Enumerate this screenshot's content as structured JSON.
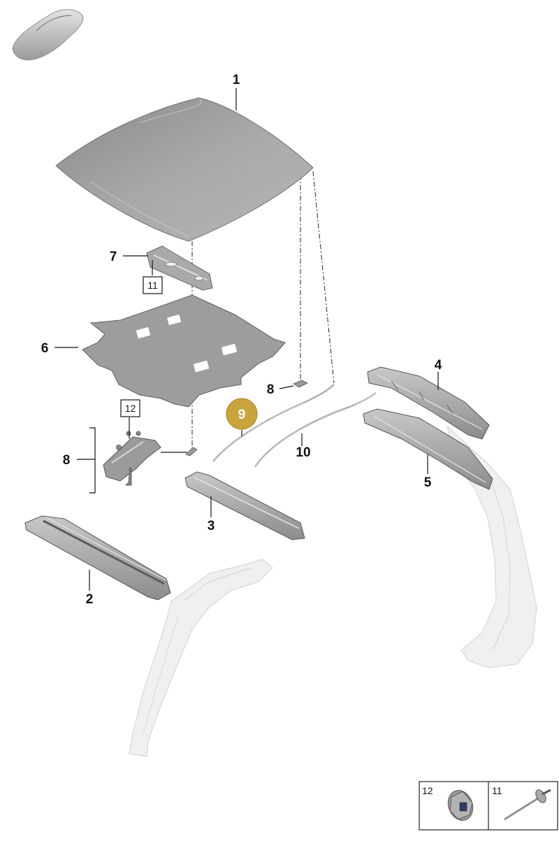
{
  "callouts": {
    "c1": "1",
    "c2": "2",
    "c3": "3",
    "c4": "4",
    "c5": "5",
    "c6": "6",
    "c7": "7",
    "c8a": "8",
    "c8b": "8",
    "c9": "9",
    "c10": "10",
    "box11": "11",
    "box12": "12"
  },
  "legend": {
    "item12": "12",
    "item11": "11"
  },
  "colors": {
    "highlight": "#c9a33c",
    "part_fill": "#9e9e9e",
    "ghost_fill": "#f0f0f0"
  },
  "icons": {
    "car": "car-thumbnail-icon",
    "nut": "nut-icon",
    "rivet": "rivet-icon"
  }
}
